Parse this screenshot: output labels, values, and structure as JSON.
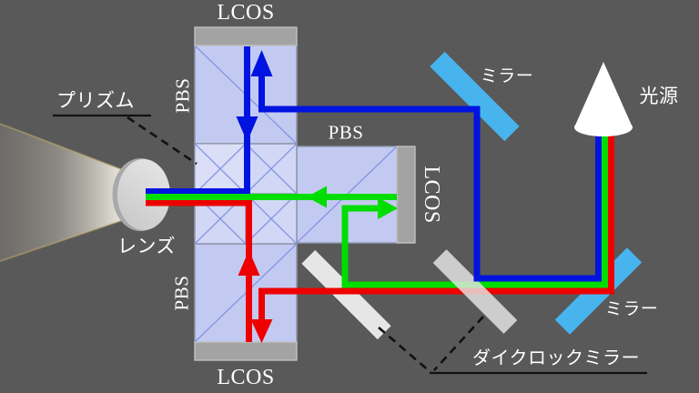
{
  "title": "LCOS projector optical path diagram",
  "labels": {
    "lcos_top": "LCOS",
    "lcos_bottom": "LCOS",
    "lcos_right": "LCOS",
    "pbs_top": "PBS",
    "pbs_bottom": "PBS",
    "pbs_right": "PBS",
    "prism": "プリズム",
    "lens": "レンズ",
    "mirror_top": "ミラー",
    "mirror_bottom": "ミラー",
    "light_source": "光源",
    "dichroic_mirror": "ダイクロックミラー"
  },
  "colors": {
    "background": "#595959",
    "beam_red": "#ee0000",
    "beam_green": "#00dd00",
    "beam_blue": "#0013e0",
    "mirror_blue": "#47b4ee",
    "dichroic_white": "#e6e6e6",
    "pbs_fill": "#c3caf2",
    "prism_fill": "#d2d7f6",
    "pbs_edge": "#8f96ab",
    "pbs_diagonal": "#7d8ede",
    "lcos_fill": "#a3a3a3",
    "label_text": "#ffffff",
    "leader_line": "#111111"
  }
}
